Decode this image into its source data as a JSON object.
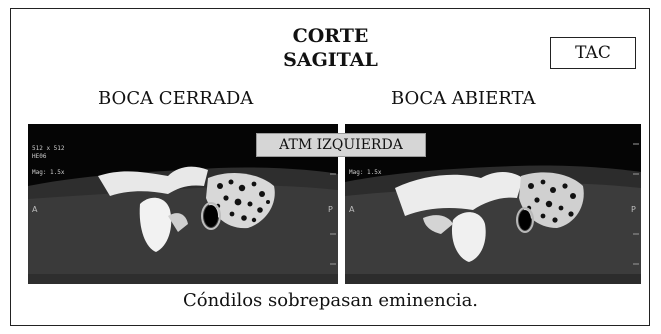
{
  "header": {
    "title_line1": "CORTE",
    "title_line2": "SAGITAL",
    "modality_badge": "TAC"
  },
  "columns": {
    "left_label": "BOCA CERRADA",
    "right_label": "BOCA ABIERTA"
  },
  "overlay": {
    "region_label": "ATM IZQUIERDA"
  },
  "scan_text": {
    "left_line1": "512 x 512",
    "left_line2": "HE06",
    "left_mag": "Mag: 1.5x",
    "right_mag": "Mag: 1.5x",
    "side_a": "A",
    "side_p": "P"
  },
  "footer": {
    "finding": "Cóndilos sobrepasan eminencia."
  }
}
